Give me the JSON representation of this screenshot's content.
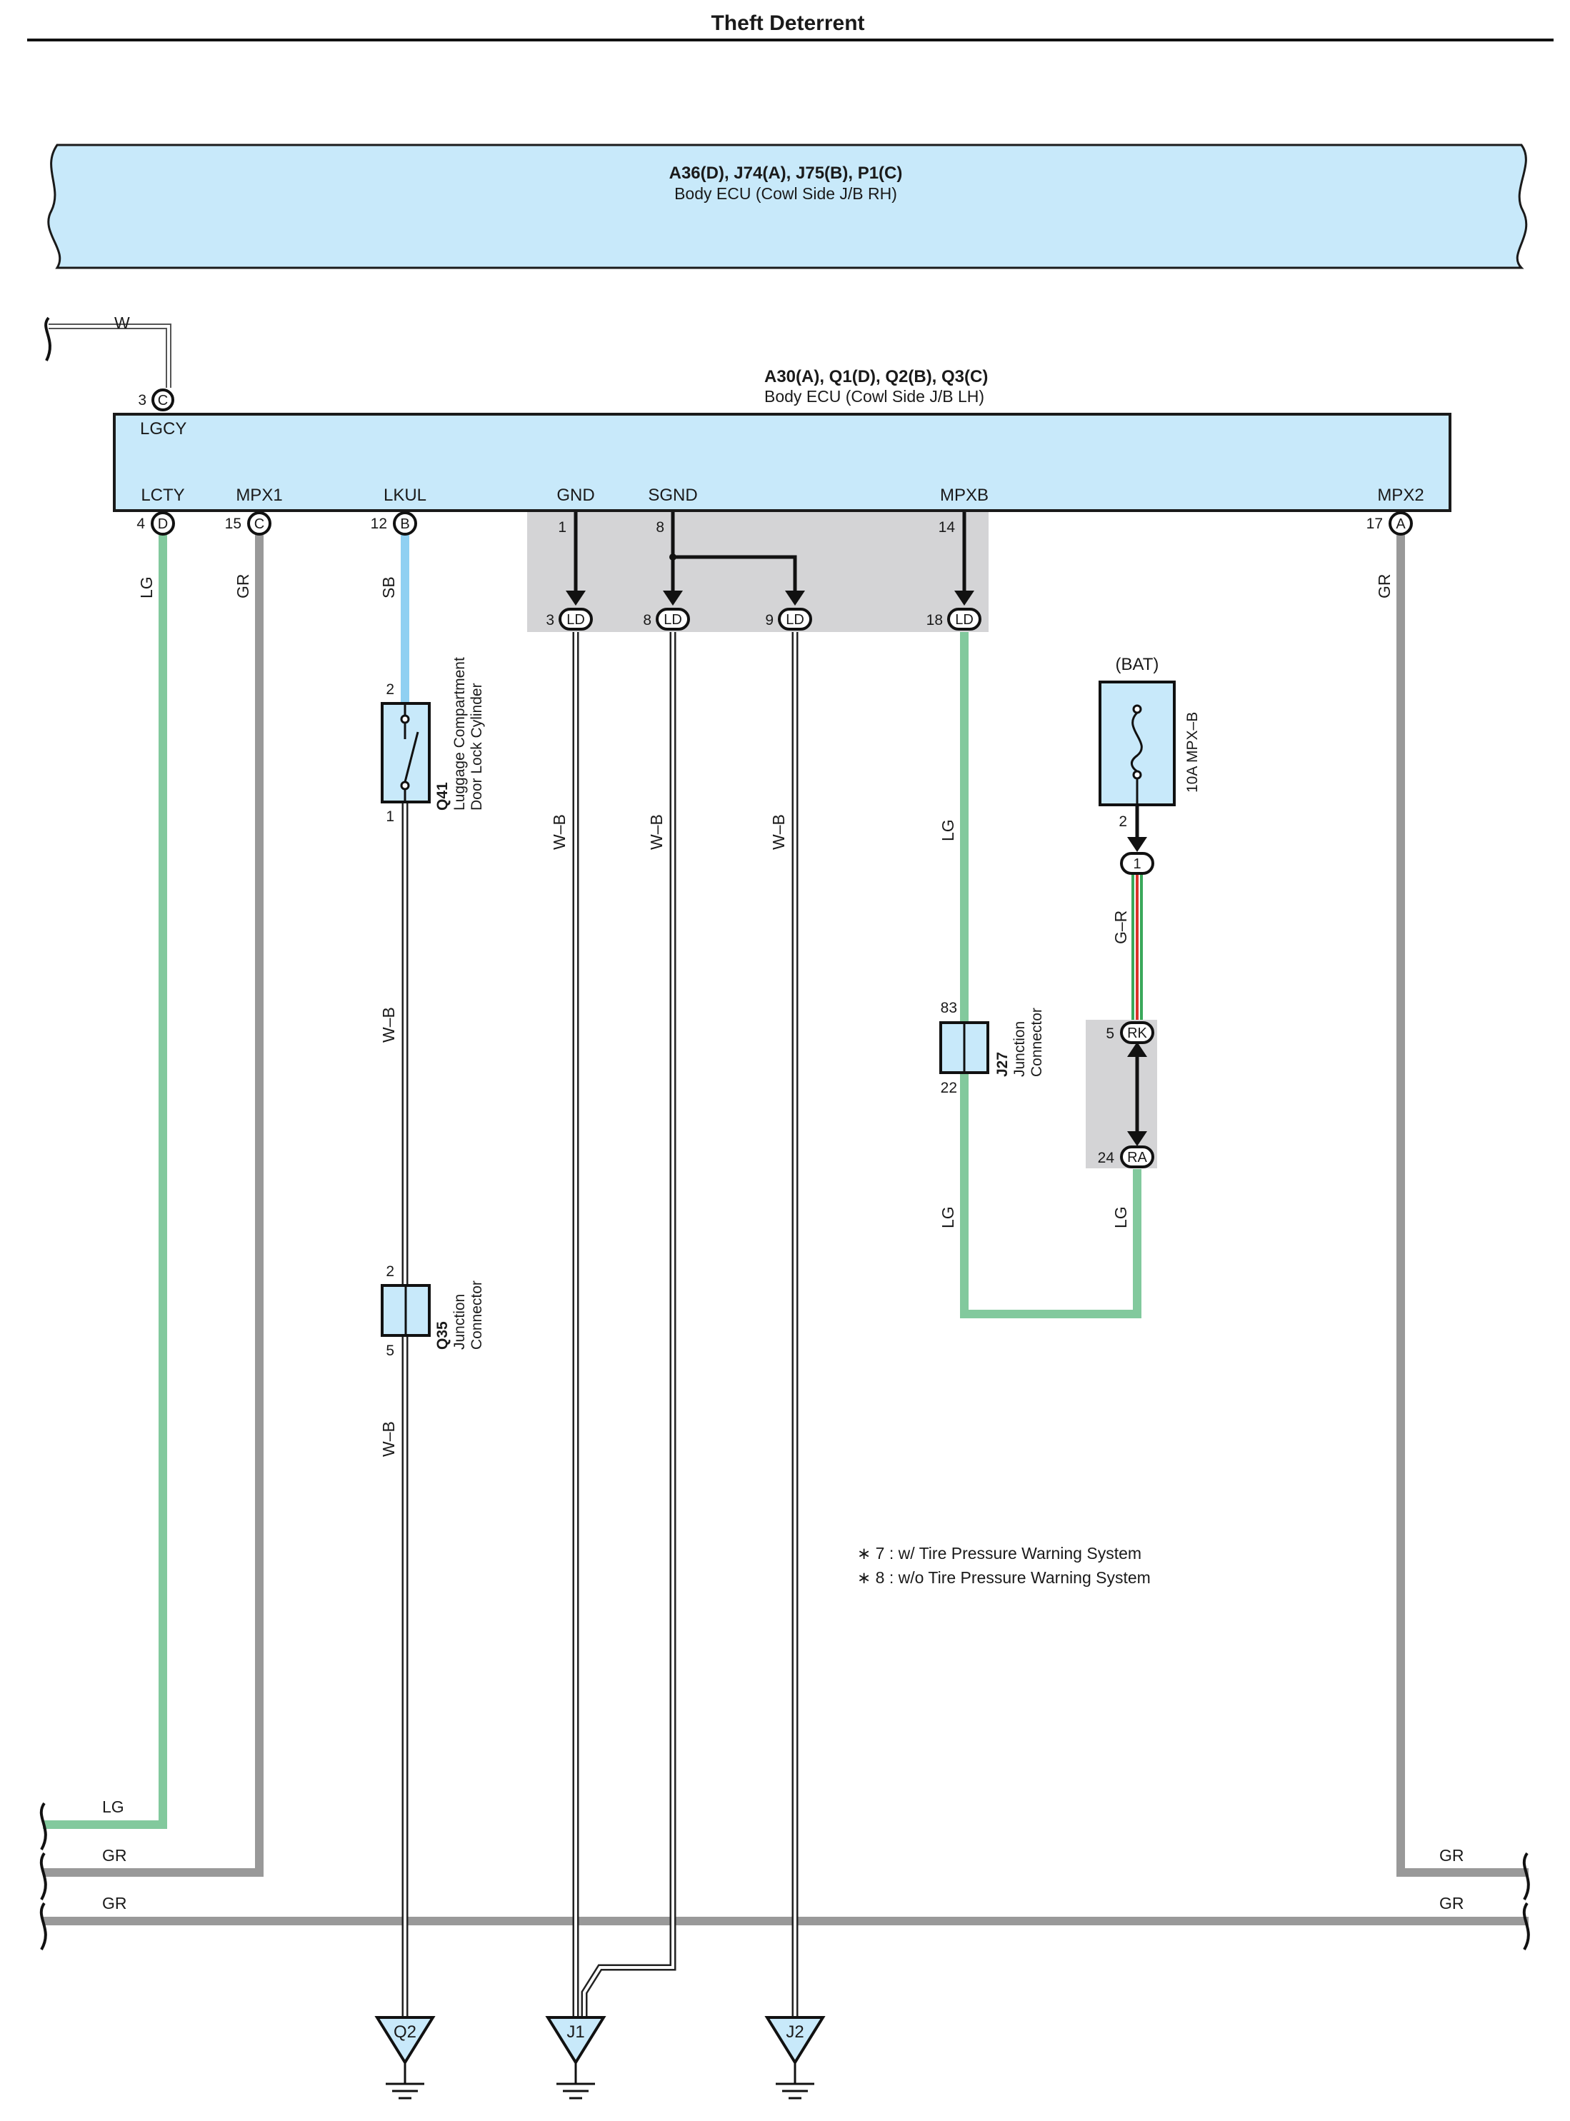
{
  "page": {
    "title": "Theft Deterrent"
  },
  "ecu_rh": {
    "code": "A36(D), J74(A), J75(B), P1(C)",
    "name": "Body ECU (Cowl Side J/B RH)"
  },
  "ecu_lh": {
    "code": "A30(A), Q1(D), Q2(B), Q3(C)",
    "name": "Body ECU (Cowl Side J/B LH)",
    "top_pin": {
      "name": "LGCY",
      "num": "3",
      "conn": "C",
      "wire": "W"
    },
    "pins": [
      {
        "name": "LCTY",
        "num": "4",
        "conn": "D",
        "wire": "LG"
      },
      {
        "name": "MPX1",
        "num": "15",
        "conn": "C",
        "wire": "GR"
      },
      {
        "name": "LKUL",
        "num": "12",
        "conn": "B",
        "wire": "SB"
      },
      {
        "name": "GND",
        "num": "1"
      },
      {
        "name": "SGND",
        "num": "8"
      },
      {
        "name": "MPXB",
        "num": "14"
      },
      {
        "name": "MPX2",
        "num": "17",
        "conn": "A",
        "wire": "GR"
      }
    ]
  },
  "ld_connectors": [
    {
      "num": "3",
      "conn": "LD",
      "wire": "W–B"
    },
    {
      "num": "8",
      "conn": "LD",
      "wire": "W–B"
    },
    {
      "num": "9",
      "conn": "LD",
      "wire": "W–B"
    },
    {
      "num": "18",
      "conn": "LD",
      "wire": "LG"
    }
  ],
  "components": {
    "q41": {
      "code": "Q41",
      "line1": "Luggage Compartment",
      "line2": "Door Lock Cylinder",
      "pin_top": "2",
      "pin_bottom": "1"
    },
    "q35": {
      "code": "Q35",
      "line1": "Junction",
      "line2": "Connector",
      "pin_top": "2",
      "pin_bottom": "5"
    },
    "j27": {
      "code": "J27",
      "line1": "Junction",
      "line2": "Connector",
      "pin_top": "83",
      "pin_bottom": "22"
    },
    "fuse": {
      "source": "(BAT)",
      "label": "10A MPX–B",
      "pin": "2",
      "conn": "1"
    },
    "rk": {
      "num": "5",
      "conn": "RK"
    },
    "ra": {
      "num": "24",
      "conn": "RA"
    }
  },
  "wire_labels": {
    "sb": "SB",
    "wb1": "W–B",
    "wb2": "W–B",
    "wb3": "W–B",
    "wb4": "W–B",
    "wb5": "W–B",
    "lg_mpxb": "LG",
    "gr_fuse": "G–R",
    "lg_j27": "LG",
    "lg_ra": "LG",
    "lg_left": "LG",
    "gr_left1": "GR",
    "gr_left2": "GR",
    "gr_right1": "GR",
    "gr_right2": "GR"
  },
  "grounds": [
    "Q2",
    "J1",
    "J2"
  ],
  "notes": [
    "∗ 7 : w/ Tire Pressure Warning System",
    "∗ 8 : w/o Tire Pressure Warning System"
  ],
  "colors": {
    "ecu_fill": "#c8e9fa",
    "lg": "#82c99d",
    "gr": "#999999",
    "sb": "#8fd0f2",
    "gray_box": "#d4d4d6",
    "green_red_g": "#3aa85a",
    "green_red_r": "#d9322a"
  }
}
